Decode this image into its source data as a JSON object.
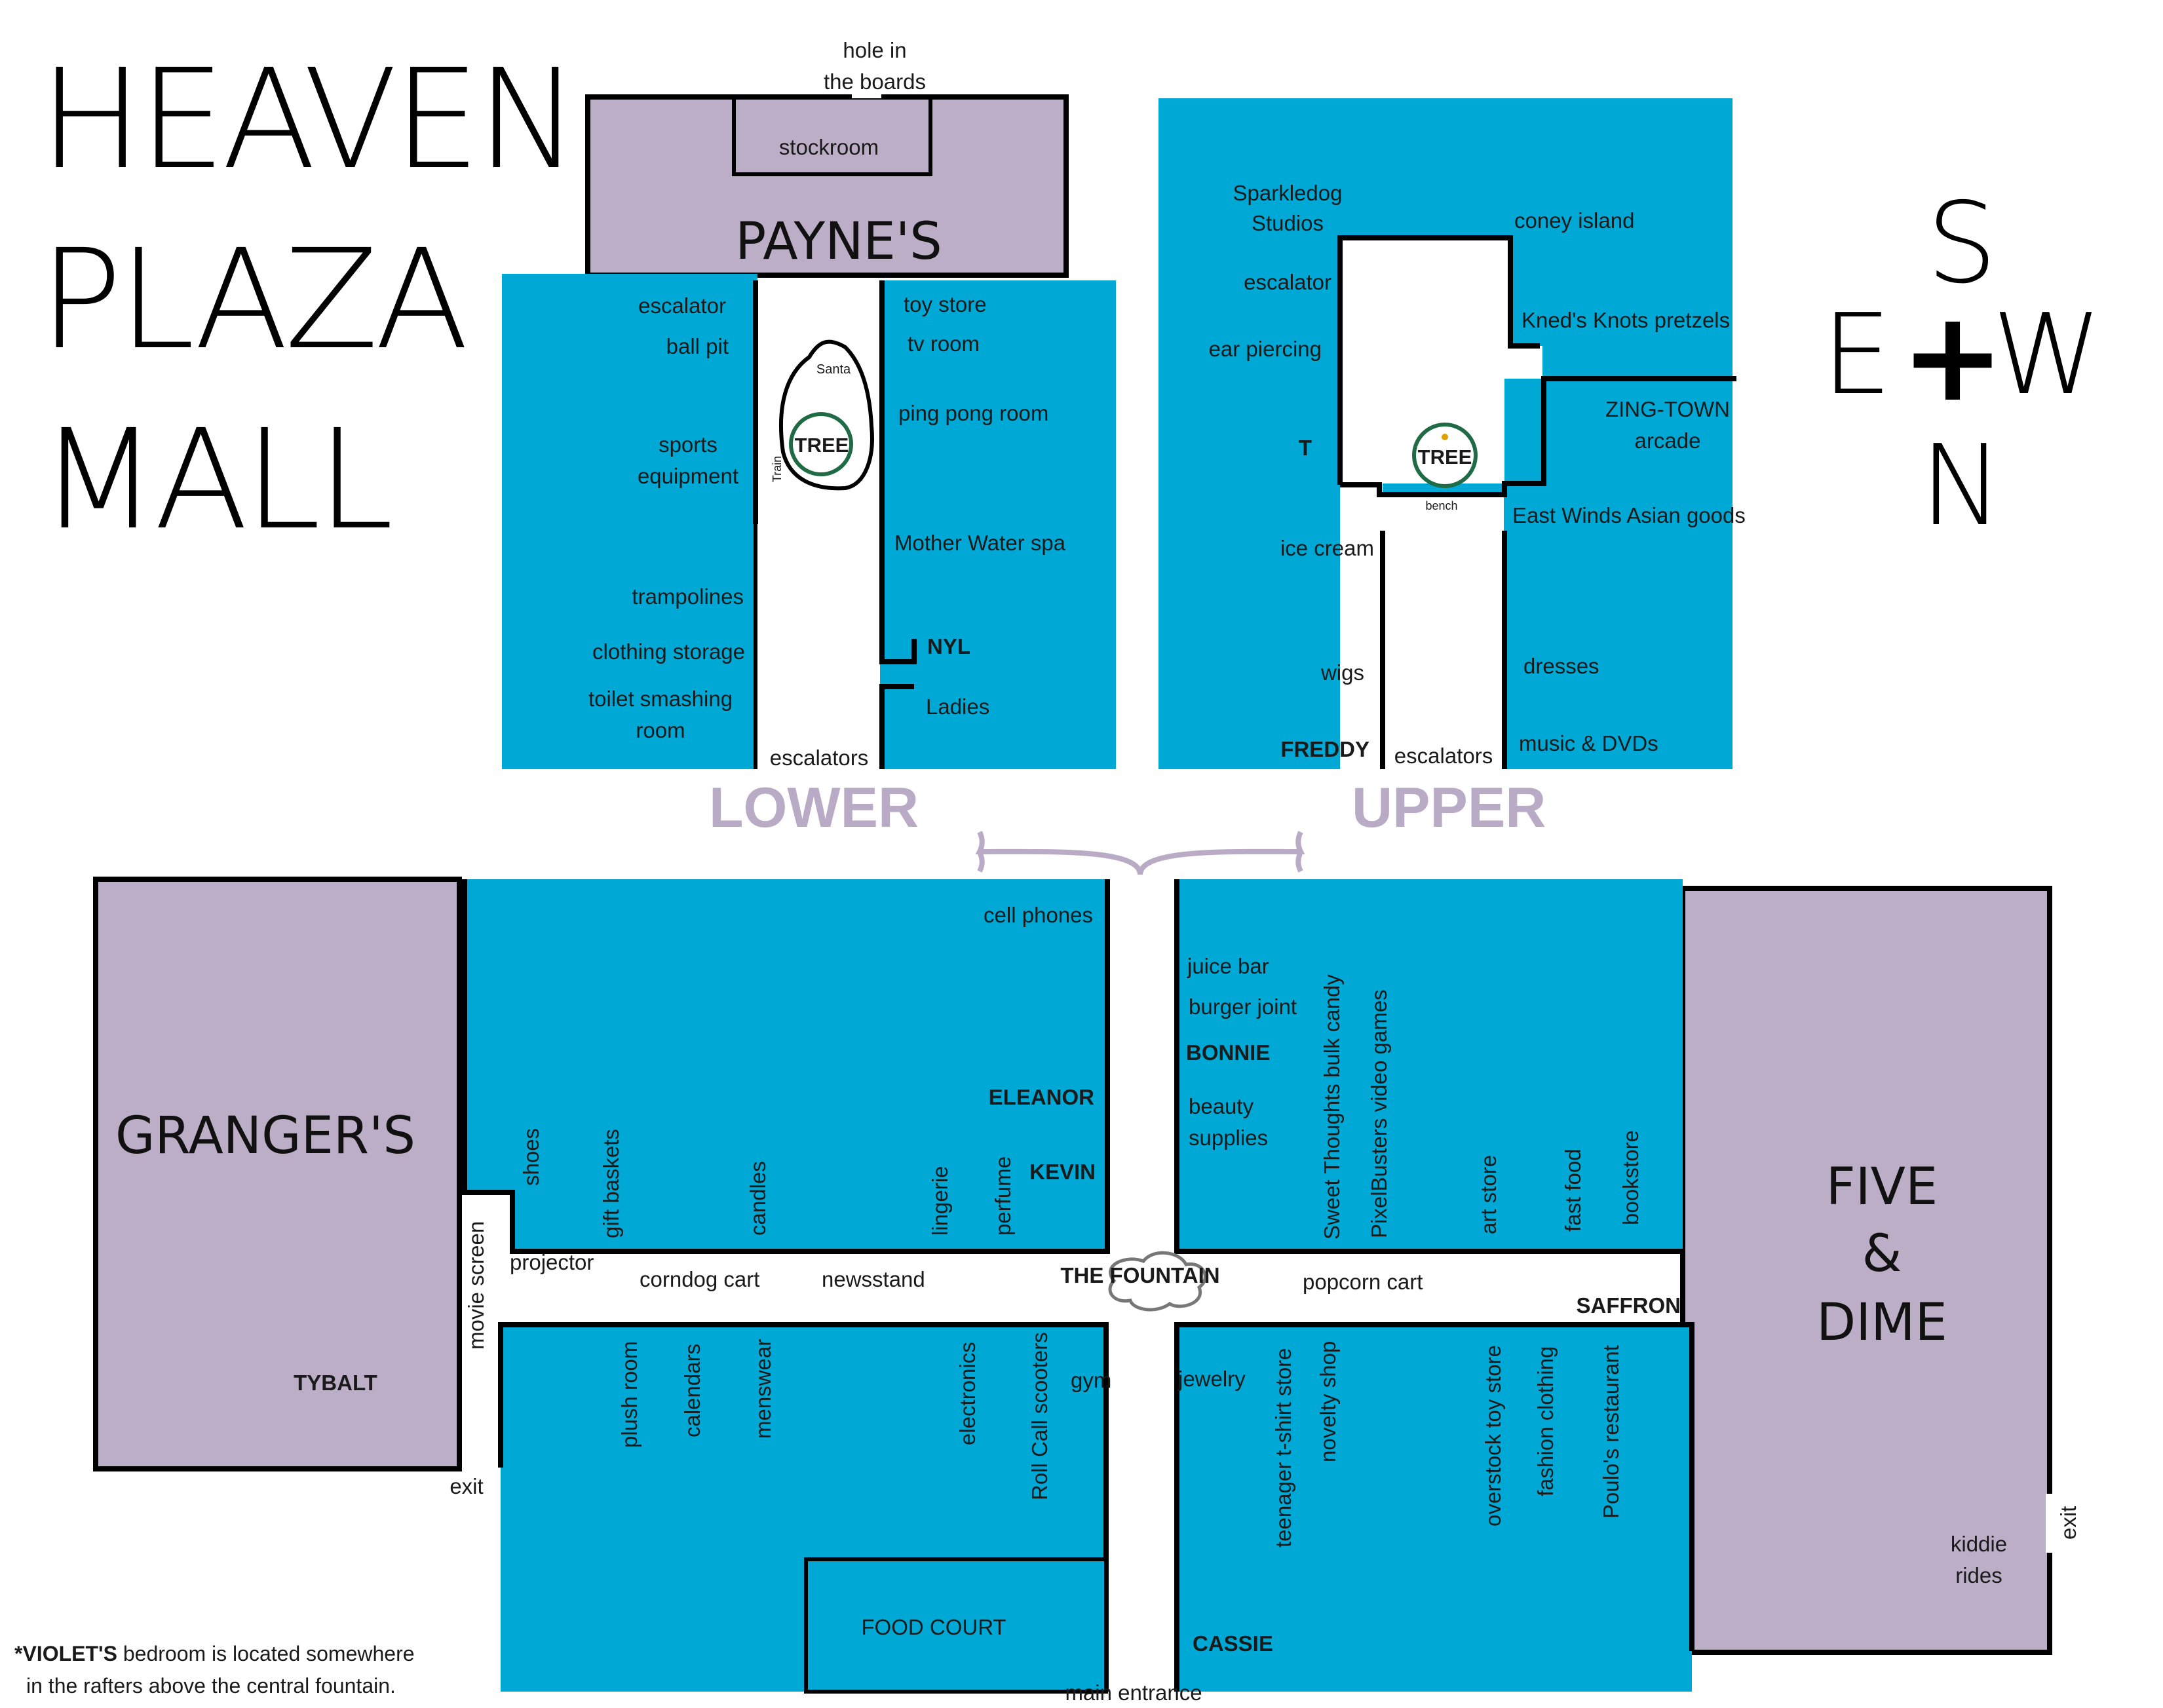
{
  "title": {
    "line1": "HEAVEN",
    "line2": "PLAZA",
    "line3": "MALL"
  },
  "compass": {
    "south": "S",
    "east": "E",
    "center": "+",
    "west": "W",
    "north": "N"
  },
  "levels": {
    "lower": "LOWER",
    "upper": "UPPER"
  },
  "lower_floor": {
    "hole": [
      "hole in",
      "the boards"
    ],
    "stockroom": "stockroom",
    "anchor": "PAYNE'S",
    "west_side": [
      "escalator",
      "ball pit",
      "sports",
      "equipment",
      "trampolines",
      "clothing storage",
      "toilet smashing",
      "room"
    ],
    "east_side": [
      "toy store",
      "tv room",
      "ping pong room",
      "Mother Water spa",
      "NYL",
      "Ladies"
    ],
    "corridor": {
      "santa": "Santa",
      "tree": "TREE",
      "train": "Train",
      "escalators": "escalators"
    }
  },
  "upper_floor": {
    "west_side": [
      "Sparkledog",
      "Studios",
      "escalator",
      "ear piercing",
      "T",
      "ice cream",
      "wigs",
      "FREDDY"
    ],
    "east_side": [
      "coney island",
      "Kned's Knots pretzels",
      "ZING-TOWN",
      "arcade",
      "East Winds Asian goods",
      "dresses",
      "music & DVDs"
    ],
    "corridor": {
      "tree": "TREE",
      "bench": "bench",
      "escalators": "escalators"
    }
  },
  "main_floor": {
    "anchors": {
      "grangers": "GRANGER'S",
      "five_dime": [
        "FIVE",
        "&",
        "DIME"
      ]
    },
    "northwest_block": [
      "cell phones",
      "ELEANOR",
      "KEVIN",
      "shoes",
      "gift baskets",
      "candles",
      "lingerie",
      "perfume"
    ],
    "northeast_block": [
      "juice bar",
      "burger joint",
      "BONNIE",
      "beauty",
      "supplies",
      "Sweet Thoughts bulk candy",
      "PixelBusters video games",
      "art store",
      "fast food",
      "bookstore"
    ],
    "southwest_block": [
      "plush room",
      "calendars",
      "menswear",
      "electronics",
      "Roll Call scooters",
      "gym",
      "FOOD COURT"
    ],
    "southeast_block": [
      "jewelry",
      "teenager t-shirt store",
      "novelty shop",
      "overstock toy store",
      "fashion clothing",
      "Poulo's restaurant",
      "CASSIE"
    ],
    "corridor": [
      "projector",
      "corndog cart",
      "newsstand",
      "THE FOUNTAIN",
      "popcorn cart",
      "SAFFRON"
    ],
    "misc": {
      "movie_screen": "movie screen",
      "tybalt": "TYBALT",
      "exit_west": "exit",
      "exit_east": "exit",
      "kiddie": [
        "kiddie",
        "rides"
      ],
      "main_entrance": "main entrance"
    }
  },
  "footnote": {
    "name": "*VIOLET'S",
    "line1_rest": " bedroom is located somewhere",
    "line2": "in the rafters above the central fountain."
  },
  "colors": {
    "store_blue": "#00a8d6",
    "anchor_lavender": "#bcaec6",
    "level_label": "#b9abc6",
    "tree_green": "#1e6b45"
  }
}
